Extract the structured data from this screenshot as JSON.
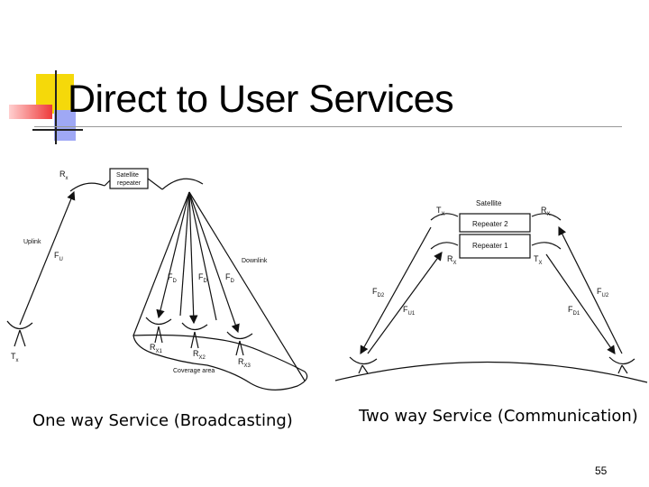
{
  "slide": {
    "title": "Direct to User Services",
    "number": "55",
    "accent_colors": {
      "yellow": "#f5d90a",
      "red": "#ee3a3a",
      "blue": "#5b6cf0"
    }
  },
  "left_diagram": {
    "caption": "One way Service (Broadcasting)",
    "satellite_label_1": "Satellite",
    "satellite_label_2": "repeater",
    "rx_label": "R",
    "rx_sub": "x",
    "uplink_label": "Uplink",
    "fu_label": "F",
    "fu_sub": "U",
    "downlink_label": "Downlink",
    "fd_label": "F",
    "fd_sub": "D",
    "tx_label": "T",
    "tx_sub": "x",
    "rx1_sub": "X1",
    "rx2_sub": "X2",
    "rx3_sub": "X3",
    "coverage_label": "Coverage area"
  },
  "right_diagram": {
    "caption": "Two way Service (Communication)",
    "satellite_label": "Satellite",
    "repeater2_label": "Repeater 2",
    "repeater1_label": "Repeater 1",
    "t_label": "T",
    "r_label": "R",
    "x_sub": "X",
    "fd2_sub": "D2",
    "fu1_sub": "U1",
    "fu2_sub": "U2",
    "fd1_sub": "D1",
    "f_label": "F"
  }
}
